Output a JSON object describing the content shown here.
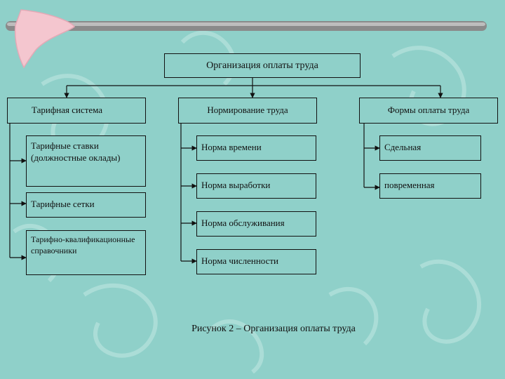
{
  "root": {
    "title": "Организация оплаты труда"
  },
  "columns": [
    {
      "header": "Тарифная система",
      "items": [
        "Тарифные ставки (должностные оклады)",
        "Тарифные сетки",
        "Тарифно-квалификационные справочники"
      ]
    },
    {
      "header": "Нормирование труда",
      "items": [
        "Норма времени",
        "Норма выработки",
        "Норма обслуживания",
        "Норма численности"
      ]
    },
    {
      "header": "Формы оплаты труда",
      "items": [
        "Сдельная",
        "повременная"
      ]
    }
  ],
  "caption": "Рисунок 2 – Организация оплаты труда",
  "colors": {
    "background": "#8fd0c9",
    "line": "#111111",
    "slide_bar": "#8a8a8a",
    "slide_accent": "#f4c6cf"
  }
}
